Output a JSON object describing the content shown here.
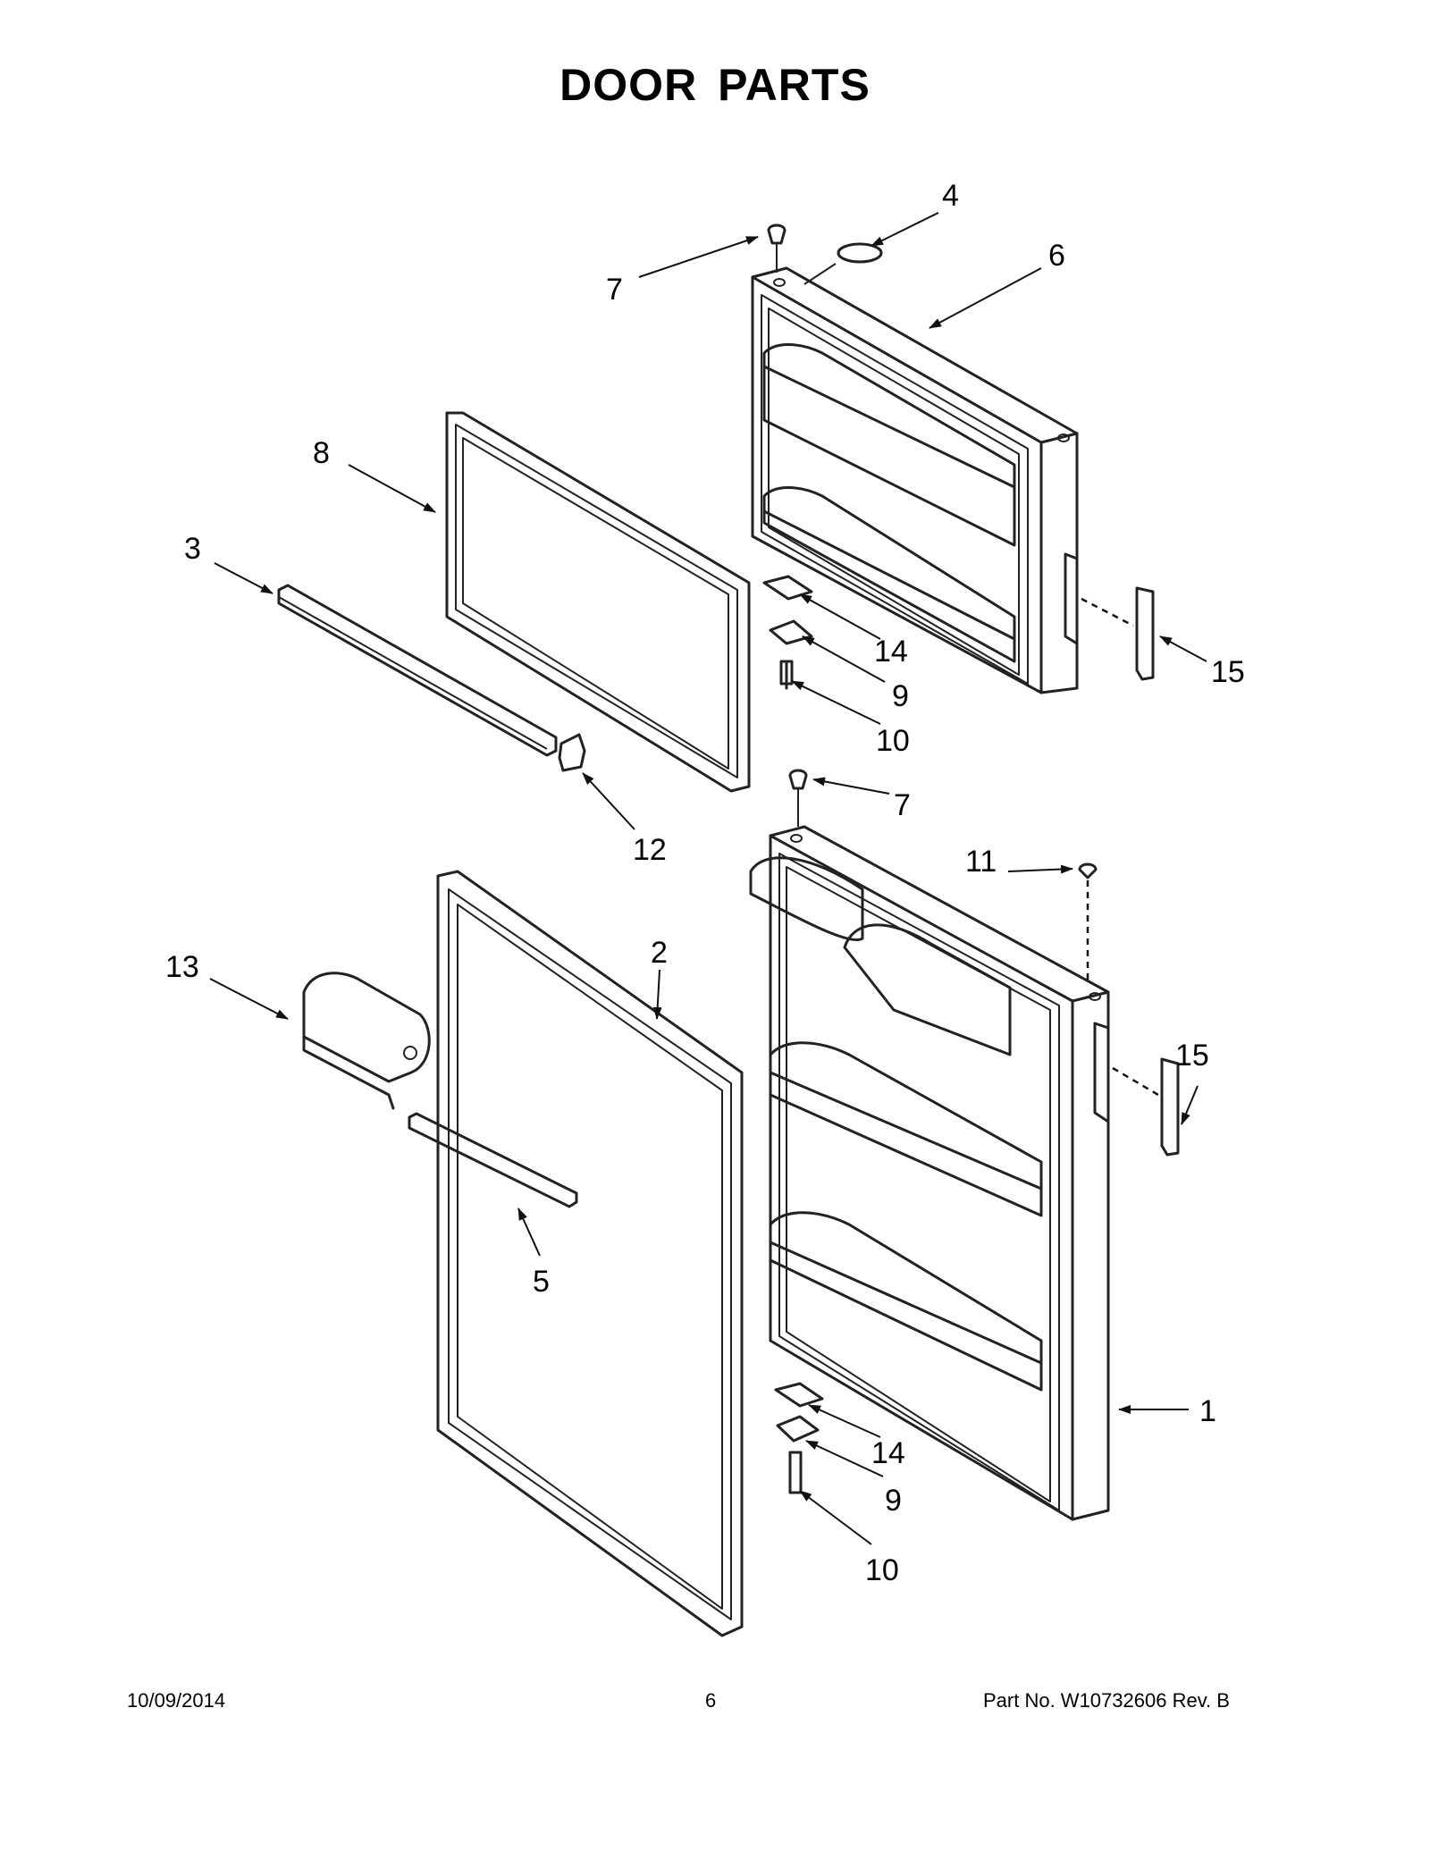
{
  "title": "DOOR PARTS",
  "footer": {
    "date": "10/09/2014",
    "page": "6",
    "part_no": "Part No.  W10732606  Rev.  B"
  },
  "callouts": {
    "c1": "1",
    "c2": "2",
    "c3": "3",
    "c4": "4",
    "c5": "5",
    "c6": "6",
    "c7a": "7",
    "c7b": "7",
    "c8": "8",
    "c9a": "9",
    "c9b": "9",
    "c10a": "10",
    "c10b": "10",
    "c11": "11",
    "c12": "12",
    "c13": "13",
    "c14a": "14",
    "c14b": "14",
    "c15a": "15",
    "c15b": "15"
  }
}
